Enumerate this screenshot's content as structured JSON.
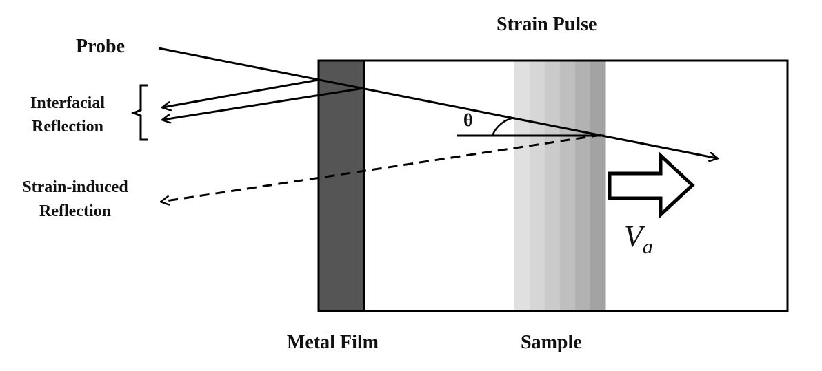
{
  "labels": {
    "probe": "Probe",
    "strain_pulse": "Strain Pulse",
    "interfacial_line1": "Interfacial",
    "interfacial_line2": "Reflection",
    "strain_induced_line1": "Strain-induced",
    "strain_induced_line2": "Reflection",
    "metal_film": "Metal Film",
    "sample": "Sample",
    "theta": "θ",
    "velocity_symbol": "V",
    "velocity_subscript": "a"
  },
  "colors": {
    "metal_film": "#555555",
    "outline": "#000000",
    "strain_pulse_gradient": [
      "#e0e0e0",
      "#d6d6d6",
      "#cbcbcb",
      "#bfbfbf",
      "#b2b2b2",
      "#a3a3a3"
    ]
  },
  "strain_pulse_band_count": 6
}
